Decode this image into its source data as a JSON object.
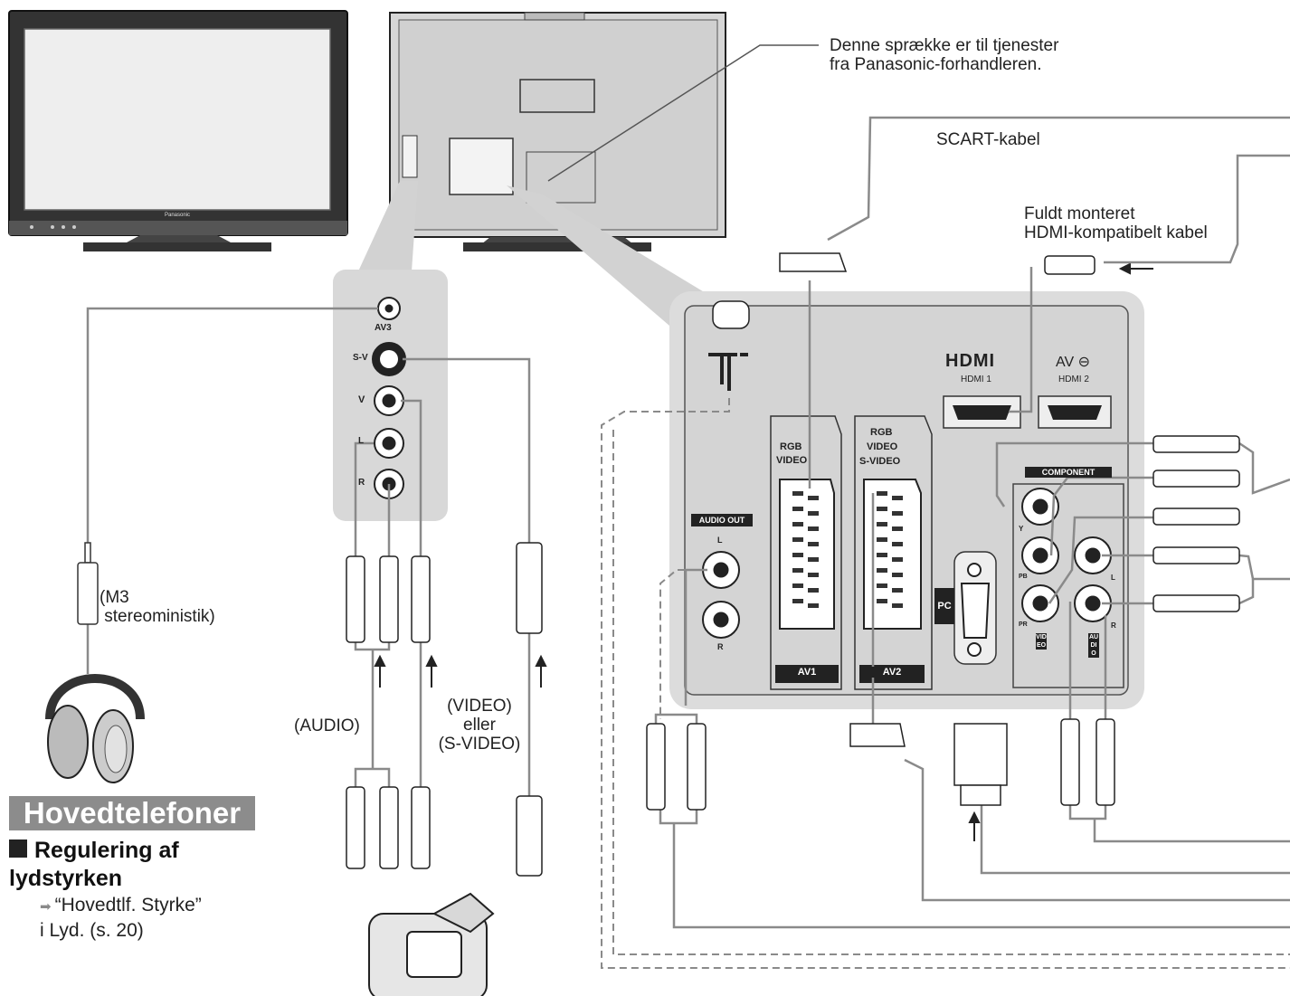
{
  "callouts": {
    "service_slot": "Denne sprække er til tjenester\nfra Panasonic-forhandleren.",
    "scart_cable": "SCART-kabel",
    "hdmi_cable": "Fuldt monteret\nHDMI-kompatibelt kabel"
  },
  "tv_logo": "Panasonic",
  "side_panel": {
    "av3": "AV3",
    "s_video": "S-V",
    "video": "V",
    "left": "L",
    "right": "R"
  },
  "labels": {
    "minijack": "(M3\n stereoministik)",
    "audio": "(AUDIO)",
    "video_svideo": "(VIDEO)\neller\n(S-VIDEO)"
  },
  "headphones": {
    "title": "Hovedtelefoner",
    "volume_heading": "Regulering af\nlydstyrken",
    "volume_ref": "“Hovedtlf. Styrke”\ni Lyd. (s. 20)"
  },
  "rear_panel": {
    "hdmi_logo": "HDMI",
    "av_label": "AV",
    "hdmi1": "HDMI 1",
    "hdmi2": "HDMI 2",
    "av1_rgb": "RGB",
    "av1_video": "VIDEO",
    "av1": "AV1",
    "av2_rgb": "RGB",
    "av2_video": "VIDEO",
    "av2_svideo": "S-VIDEO",
    "av2": "AV2",
    "audio_out": "AUDIO OUT",
    "audio_out_l": "L",
    "audio_out_r": "R",
    "pc": "PC",
    "component": "COMPONENT",
    "comp_y": "Y",
    "comp_pb": "PB",
    "comp_pr": "PR",
    "comp_l": "L",
    "comp_r": "R",
    "comp_video": "VIDEO",
    "comp_audio": "AUDIO"
  },
  "colors": {
    "panel": "#dcdcdc",
    "cable": "#8a8a8a",
    "label_bar": "#8c8c8c"
  }
}
